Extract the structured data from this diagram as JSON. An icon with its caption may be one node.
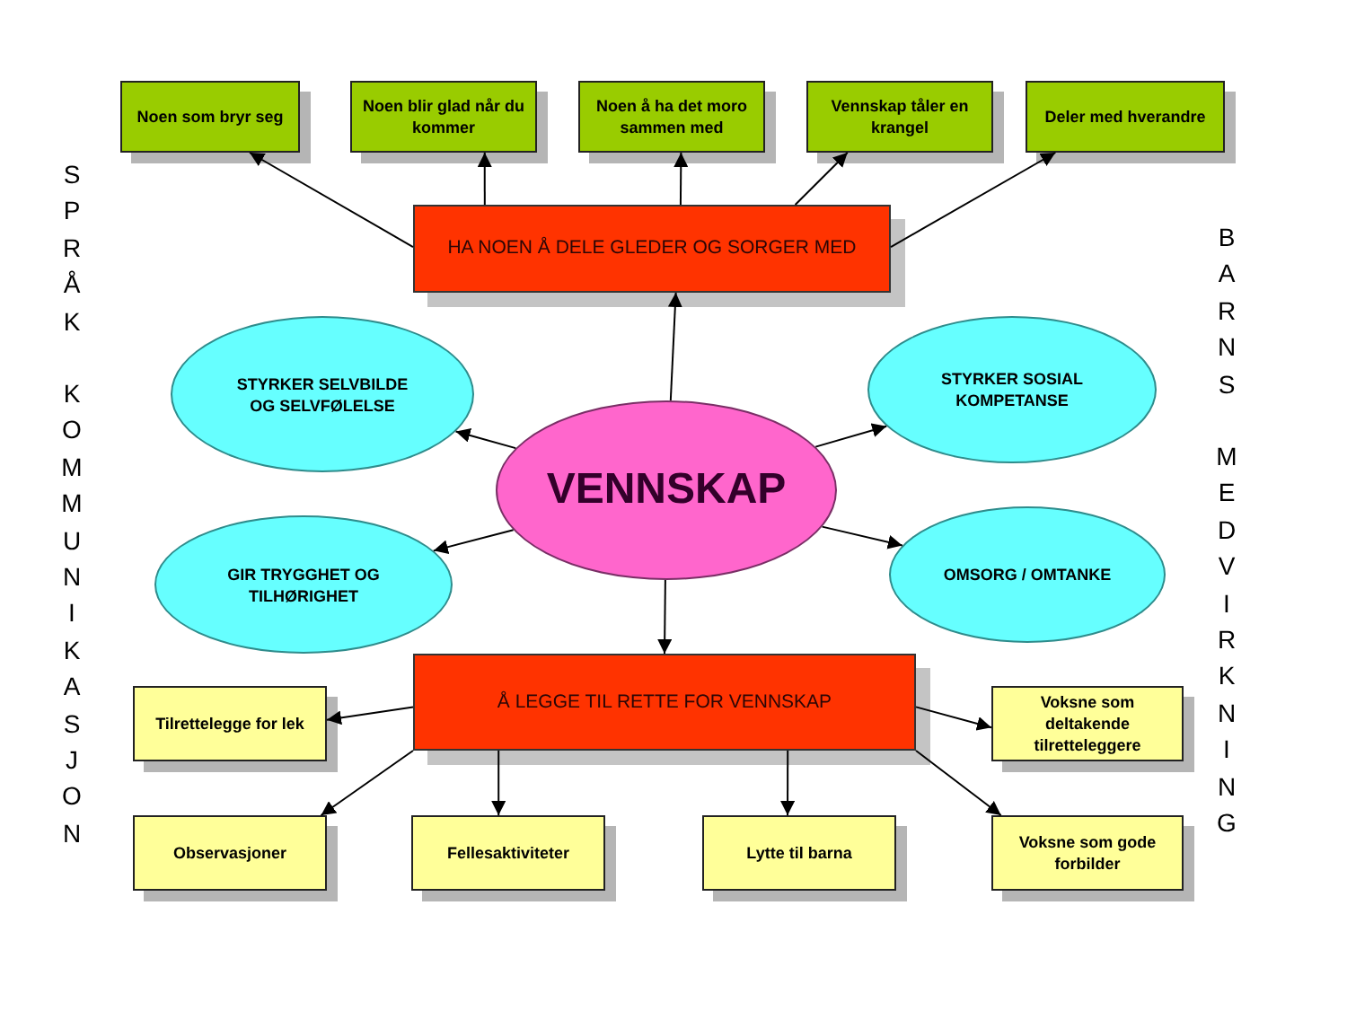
{
  "diagram": {
    "nodes": [
      {
        "text": [
          "Noen som bryr seg"
        ]
      },
      {
        "text": [
          "Noen blir glad når du kommer"
        ]
      },
      {
        "text": [
          "Noen å ha det moro sammen med"
        ]
      },
      {
        "text": [
          "Vennskap tåler en krangel"
        ]
      },
      {
        "text": [
          "Deler med hverandre"
        ]
      },
      {
        "text": [
          "HA NOEN Å DELE GLEDER OG SORGER MED"
        ]
      },
      {
        "text": [
          "STYRKER SELVBILDE OG SELVFØLELSE"
        ]
      },
      {
        "text": [
          "STYRKER SOSIAL KOMPETANSE"
        ]
      },
      {
        "text": [
          "VENNSKAP"
        ]
      },
      {
        "text": [
          "GIR TRYGGHET OG TILHØRIGHET"
        ]
      },
      {
        "text": [
          "OMSORG / OMTANKE"
        ]
      },
      {
        "text": [
          "Å LEGGE TIL RETTE FOR VENNSKAP"
        ]
      },
      {
        "text": [
          "Tilrettelegge for lek"
        ]
      },
      {
        "text": [
          "Voksne som deltakende tilretteleggere"
        ]
      },
      {
        "text": [
          "Observasjoner"
        ]
      },
      {
        "text": [
          "Fellesaktiviteter"
        ]
      },
      {
        "text": [
          "Lytte til barna"
        ]
      },
      {
        "text": [
          "Voksne som gode forbilder"
        ]
      }
    ],
    "edges": [
      {
        "from": 5,
        "to": 0,
        "arrow": "to"
      },
      {
        "from": 5,
        "to": 1,
        "arrow": "to"
      },
      {
        "from": 5,
        "to": 2,
        "arrow": "to"
      },
      {
        "from": 5,
        "to": 3,
        "arrow": "to"
      },
      {
        "from": 5,
        "to": 4,
        "arrow": "to"
      },
      {
        "from": 8,
        "to": 5,
        "arrow": "to"
      },
      {
        "from": 8,
        "to": 6,
        "arrow": "to"
      },
      {
        "from": 8,
        "to": 7,
        "arrow": "to"
      },
      {
        "from": 8,
        "to": 9,
        "arrow": "to"
      },
      {
        "from": 8,
        "to": 10,
        "arrow": "to"
      },
      {
        "from": 8,
        "to": 11,
        "arrow": "to"
      },
      {
        "from": 11,
        "to": 12,
        "arrow": "to"
      },
      {
        "from": 11,
        "to": 13,
        "arrow": "to"
      },
      {
        "from": 11,
        "to": 14,
        "arrow": "to"
      },
      {
        "from": 11,
        "to": 15,
        "arrow": "to"
      },
      {
        "from": 11,
        "to": 16,
        "arrow": "to"
      },
      {
        "from": 11,
        "to": 17,
        "arrow": "to"
      }
    ],
    "labels": [
      "SPRÅK",
      "KOMMUNIKASJON",
      "BARNS",
      "MEDVIRKNING"
    ]
  }
}
